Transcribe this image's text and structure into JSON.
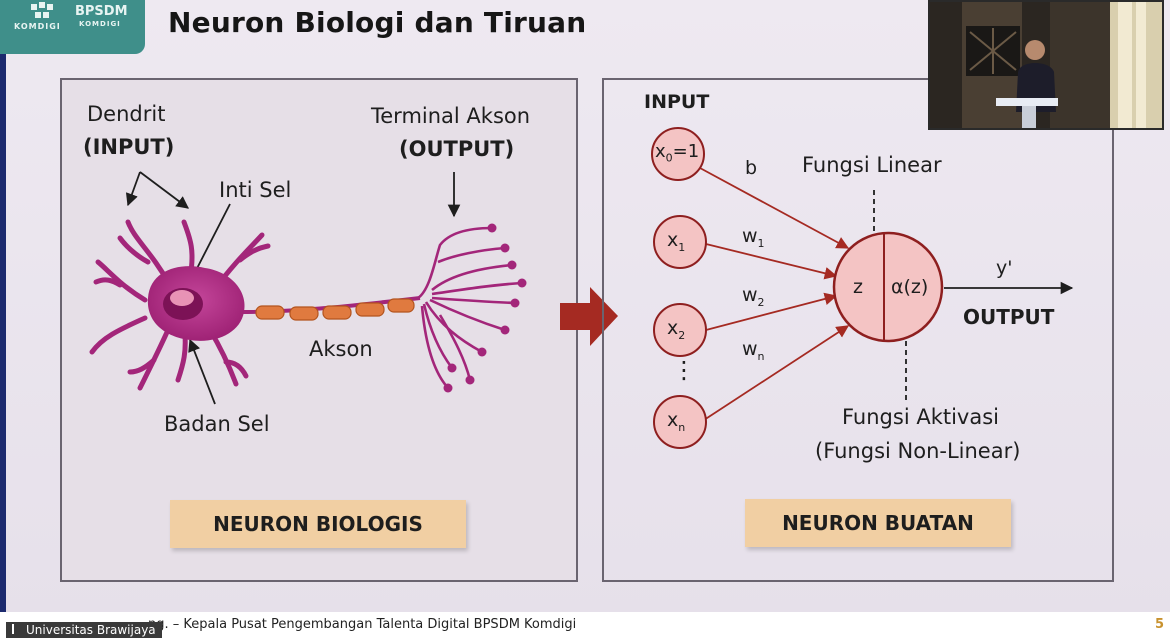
{
  "slide": {
    "title": "Neuron Biologi dan Tiruan",
    "logo": {
      "komdigi": "KOMDIGI",
      "bpsdm": "BPSDM",
      "bpsdm_sub": "KOMDIGI"
    },
    "page_number": "5"
  },
  "biological": {
    "dendrit": "Dendrit",
    "dendrit_input": "(INPUT)",
    "inti_sel": "Inti Sel",
    "terminal_akson": "Terminal Akson",
    "terminal_output": "(OUTPUT)",
    "akson": "Akson",
    "badan_sel": "Badan Sel",
    "badge": "NEURON BIOLOGIS"
  },
  "artificial": {
    "input_header": "INPUT",
    "inputs": [
      "x0=1",
      "x1",
      "x2",
      "xn"
    ],
    "weights": [
      "b",
      "w1",
      "w2",
      "wn"
    ],
    "fungsi_linear": "Fungsi Linear",
    "z": "z",
    "alpha": "α(z)",
    "y_prime": "y'",
    "output": "OUTPUT",
    "fungsi_aktivasi": "Fungsi Aktivasi",
    "fungsi_non_linear": "(Fungsi Non-Linear)",
    "badge": "NEURON BUATAN",
    "ellipsis": "⋮"
  },
  "footer": {
    "caption": "ng. – Kepala Pusat Pengembangan Talenta Digital BPSDM Komdigi",
    "university": "Universitas Brawijaya"
  },
  "colors": {
    "neuron_body": "#a3267a",
    "axon_segment": "#e07a3f",
    "arrow_red": "#a52a22",
    "node_fill": "#f4c4c4",
    "node_stroke": "#8e1f1f",
    "badge_bg": "#f1cfa3",
    "brand_teal": "#3f8f8a"
  }
}
